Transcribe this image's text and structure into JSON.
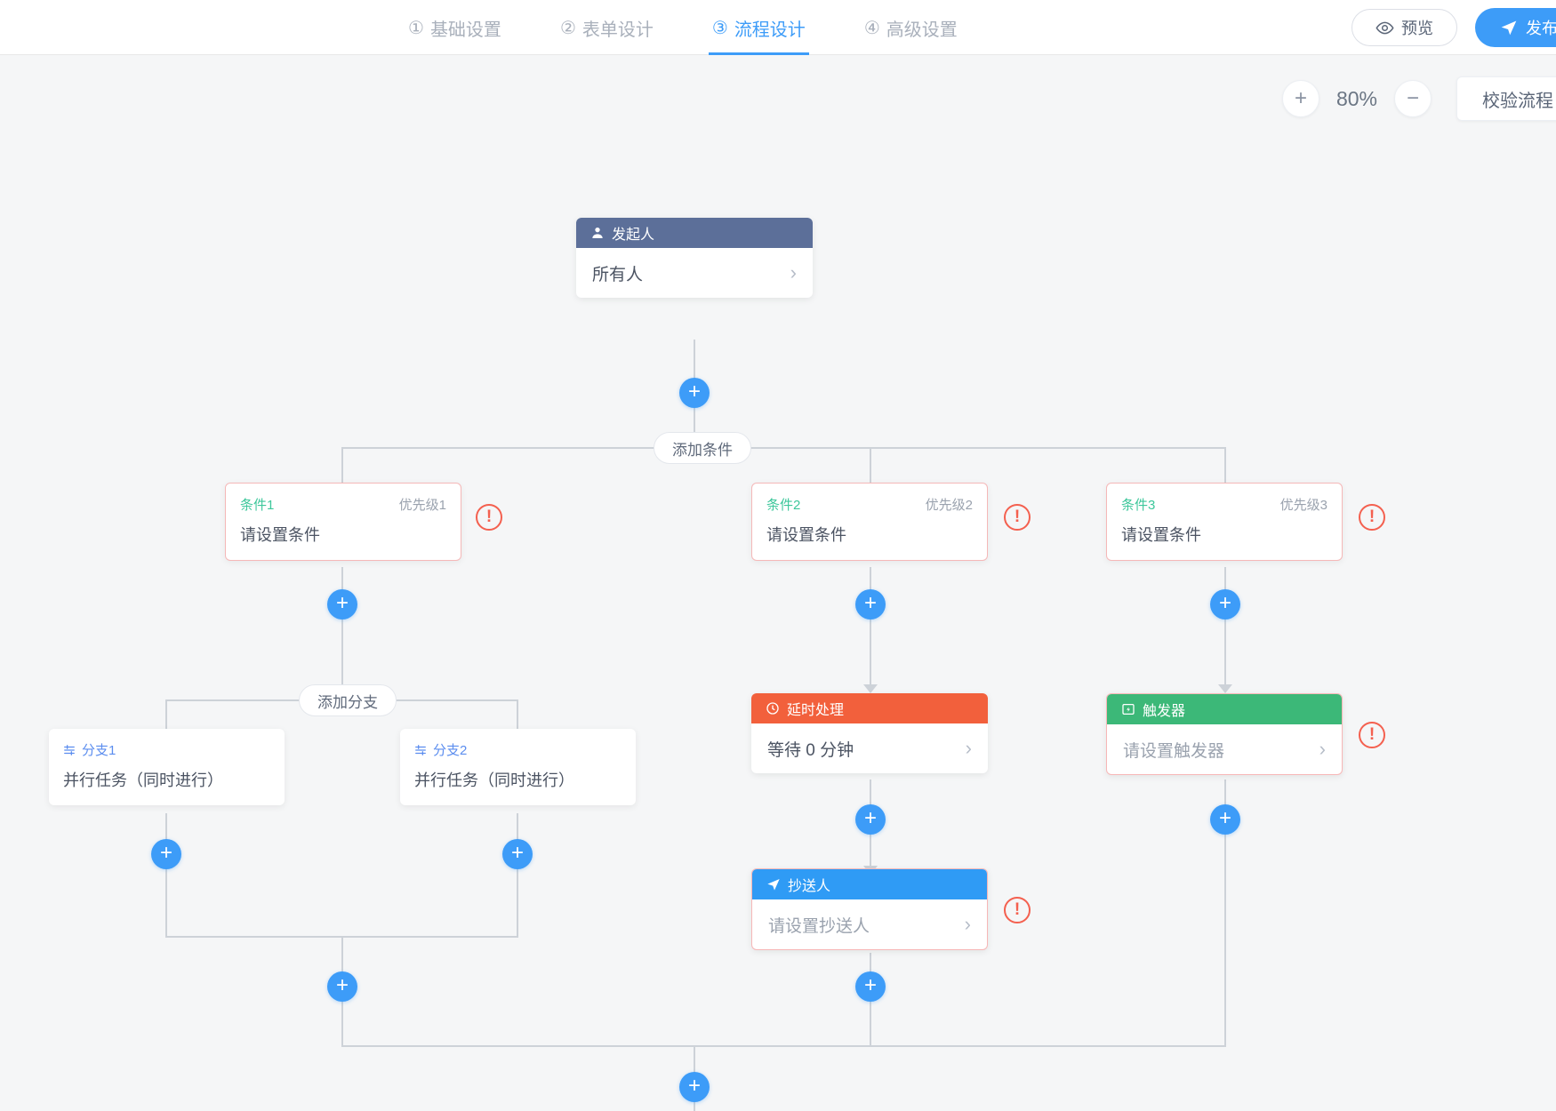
{
  "header": {
    "tabs": [
      {
        "num": "①",
        "label": "基础设置",
        "active": false
      },
      {
        "num": "②",
        "label": "表单设计",
        "active": false
      },
      {
        "num": "③",
        "label": "流程设计",
        "active": true
      },
      {
        "num": "④",
        "label": "高级设置",
        "active": false
      }
    ],
    "preview_label": "预览",
    "publish_label": "发布",
    "preview_icon": "eye-icon",
    "publish_icon": "send-icon"
  },
  "toolbar": {
    "zoom_in_label": "+",
    "zoom_out_label": "−",
    "zoom_level": "80%",
    "validate_label": "校验流程"
  },
  "flow": {
    "initiator": {
      "title": "发起人",
      "icon": "user-icon",
      "value": "所有人",
      "header_color": "#5c6f99"
    },
    "add_condition_label": "添加条件",
    "add_branch_label": "添加分支",
    "plus_label": "+",
    "error_badge": "!",
    "conditions": [
      {
        "name": "条件1",
        "priority": "优先级1",
        "value": "请设置条件"
      },
      {
        "name": "条件2",
        "priority": "优先级2",
        "value": "请设置条件"
      },
      {
        "name": "条件3",
        "priority": "优先级3",
        "value": "请设置条件"
      }
    ],
    "branches": [
      {
        "name": "分支1",
        "value": "并行任务（同时进行）",
        "icon": "parallel-icon"
      },
      {
        "name": "分支2",
        "value": "并行任务（同时进行）",
        "icon": "parallel-icon"
      }
    ],
    "delay": {
      "title": "延时处理",
      "icon": "clock-icon",
      "value": "等待 0 分钟",
      "header_color": "#f2603c"
    },
    "trigger": {
      "title": "触发器",
      "icon": "trigger-icon",
      "value": "请设置触发器",
      "header_color": "#3cb878"
    },
    "cc": {
      "title": "抄送人",
      "icon": "send-icon",
      "value": "请设置抄送人",
      "header_color": "#2f9bf5"
    }
  },
  "colors": {
    "accent": "#3d9cf8",
    "condition_name": "#3dc79b",
    "branch_name": "#5b8def",
    "error": "#f4604f",
    "line": "#cdd2d8"
  }
}
